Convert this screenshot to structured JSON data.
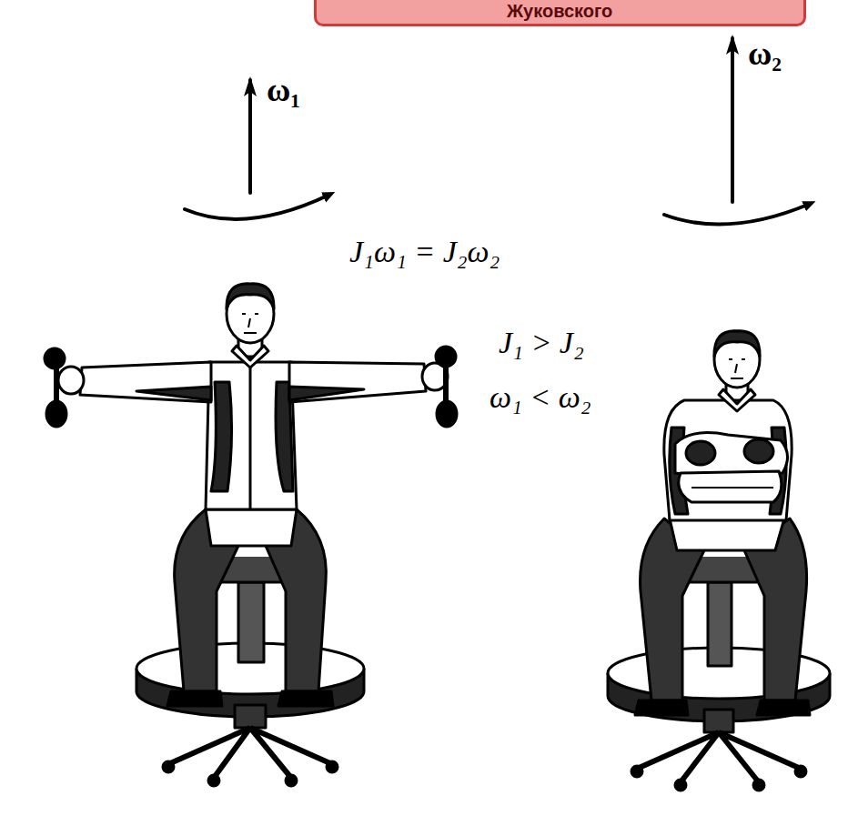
{
  "diagram": {
    "title": "Жуковского",
    "labels": [
      "ω₁",
      "ω₂",
      "J₁ω₁ = J₂ω₂",
      "J₁ > J₂",
      "ω₁ < ω₂"
    ]
  }
}
